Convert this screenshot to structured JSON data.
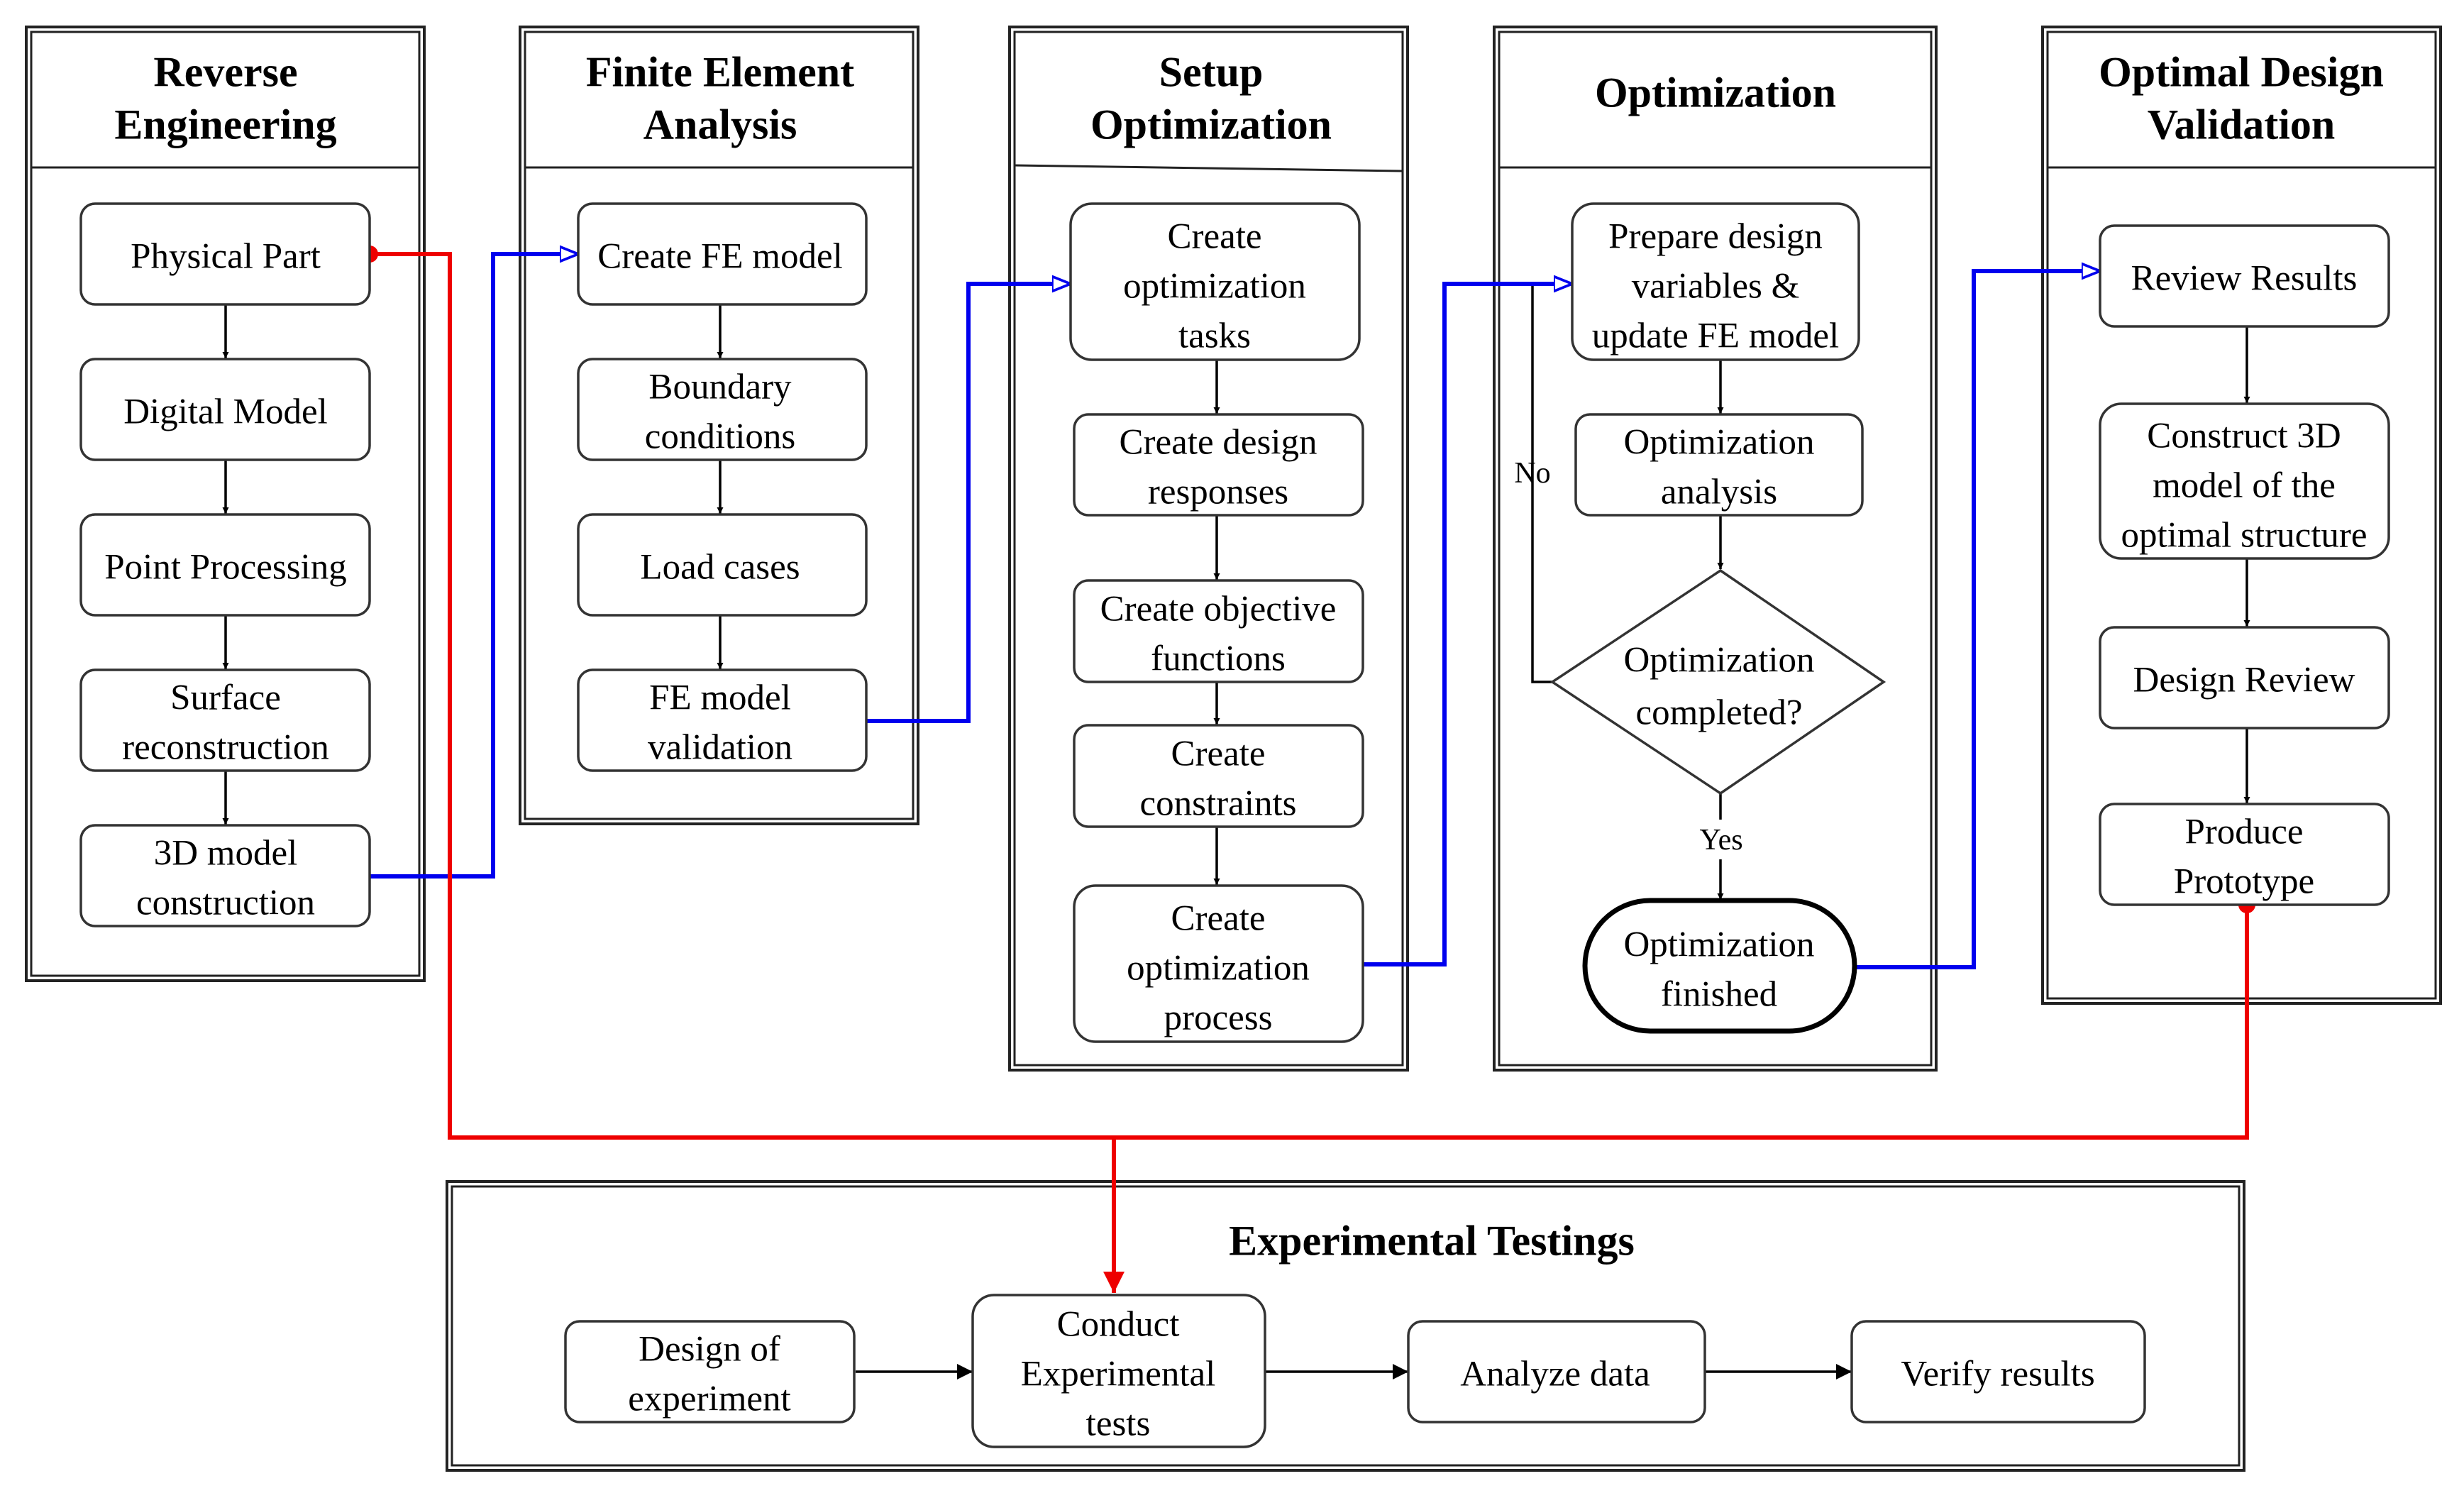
{
  "colors": {
    "flow_blue": "#0000ee",
    "flow_red": "#ee0000",
    "line_black": "#000000"
  },
  "columns": {
    "reverse_engineering": {
      "title": [
        "Reverse",
        "Engineering"
      ],
      "steps": [
        [
          "Physical Part"
        ],
        [
          "Digital Model"
        ],
        [
          "Point Processing"
        ],
        [
          "Surface",
          "reconstruction"
        ],
        [
          "3D model",
          "construction"
        ]
      ]
    },
    "finite_element_analysis": {
      "title": [
        "Finite Element",
        "Analysis"
      ],
      "steps": [
        [
          "Create FE model"
        ],
        [
          "Boundary",
          "conditions"
        ],
        [
          "Load cases"
        ],
        [
          "FE model",
          "validation"
        ]
      ]
    },
    "setup_optimization": {
      "title": [
        "Setup",
        "Optimization"
      ],
      "steps": [
        [
          "Create",
          "optimization",
          "tasks"
        ],
        [
          "Create design",
          "responses"
        ],
        [
          "Create objective",
          "functions"
        ],
        [
          "Create",
          "constraints"
        ],
        [
          "Create",
          "optimization",
          "process"
        ]
      ]
    },
    "optimization": {
      "title": [
        "Optimization"
      ],
      "steps": [
        [
          "Prepare design",
          "variables &",
          "update FE model"
        ],
        [
          "Optimization",
          "analysis"
        ]
      ],
      "decision": [
        "Optimization",
        "completed?"
      ],
      "terminal": [
        "Optimization",
        "finished"
      ],
      "label_no": "No",
      "label_yes": "Yes"
    },
    "optimal_design_validation": {
      "title": [
        "Optimal Design",
        "Validation"
      ],
      "steps": [
        [
          "Review Results"
        ],
        [
          "Construct 3D",
          "model of the",
          "optimal structure"
        ],
        [
          "Design Review"
        ],
        [
          "Produce",
          "Prototype"
        ]
      ]
    }
  },
  "experimental_testings": {
    "title": [
      "Experimental Testings"
    ],
    "steps": [
      [
        "Design of",
        "experiment"
      ],
      [
        "Conduct",
        "Experimental",
        "tests"
      ],
      [
        "Analyze data"
      ],
      [
        "Verify results"
      ]
    ]
  }
}
